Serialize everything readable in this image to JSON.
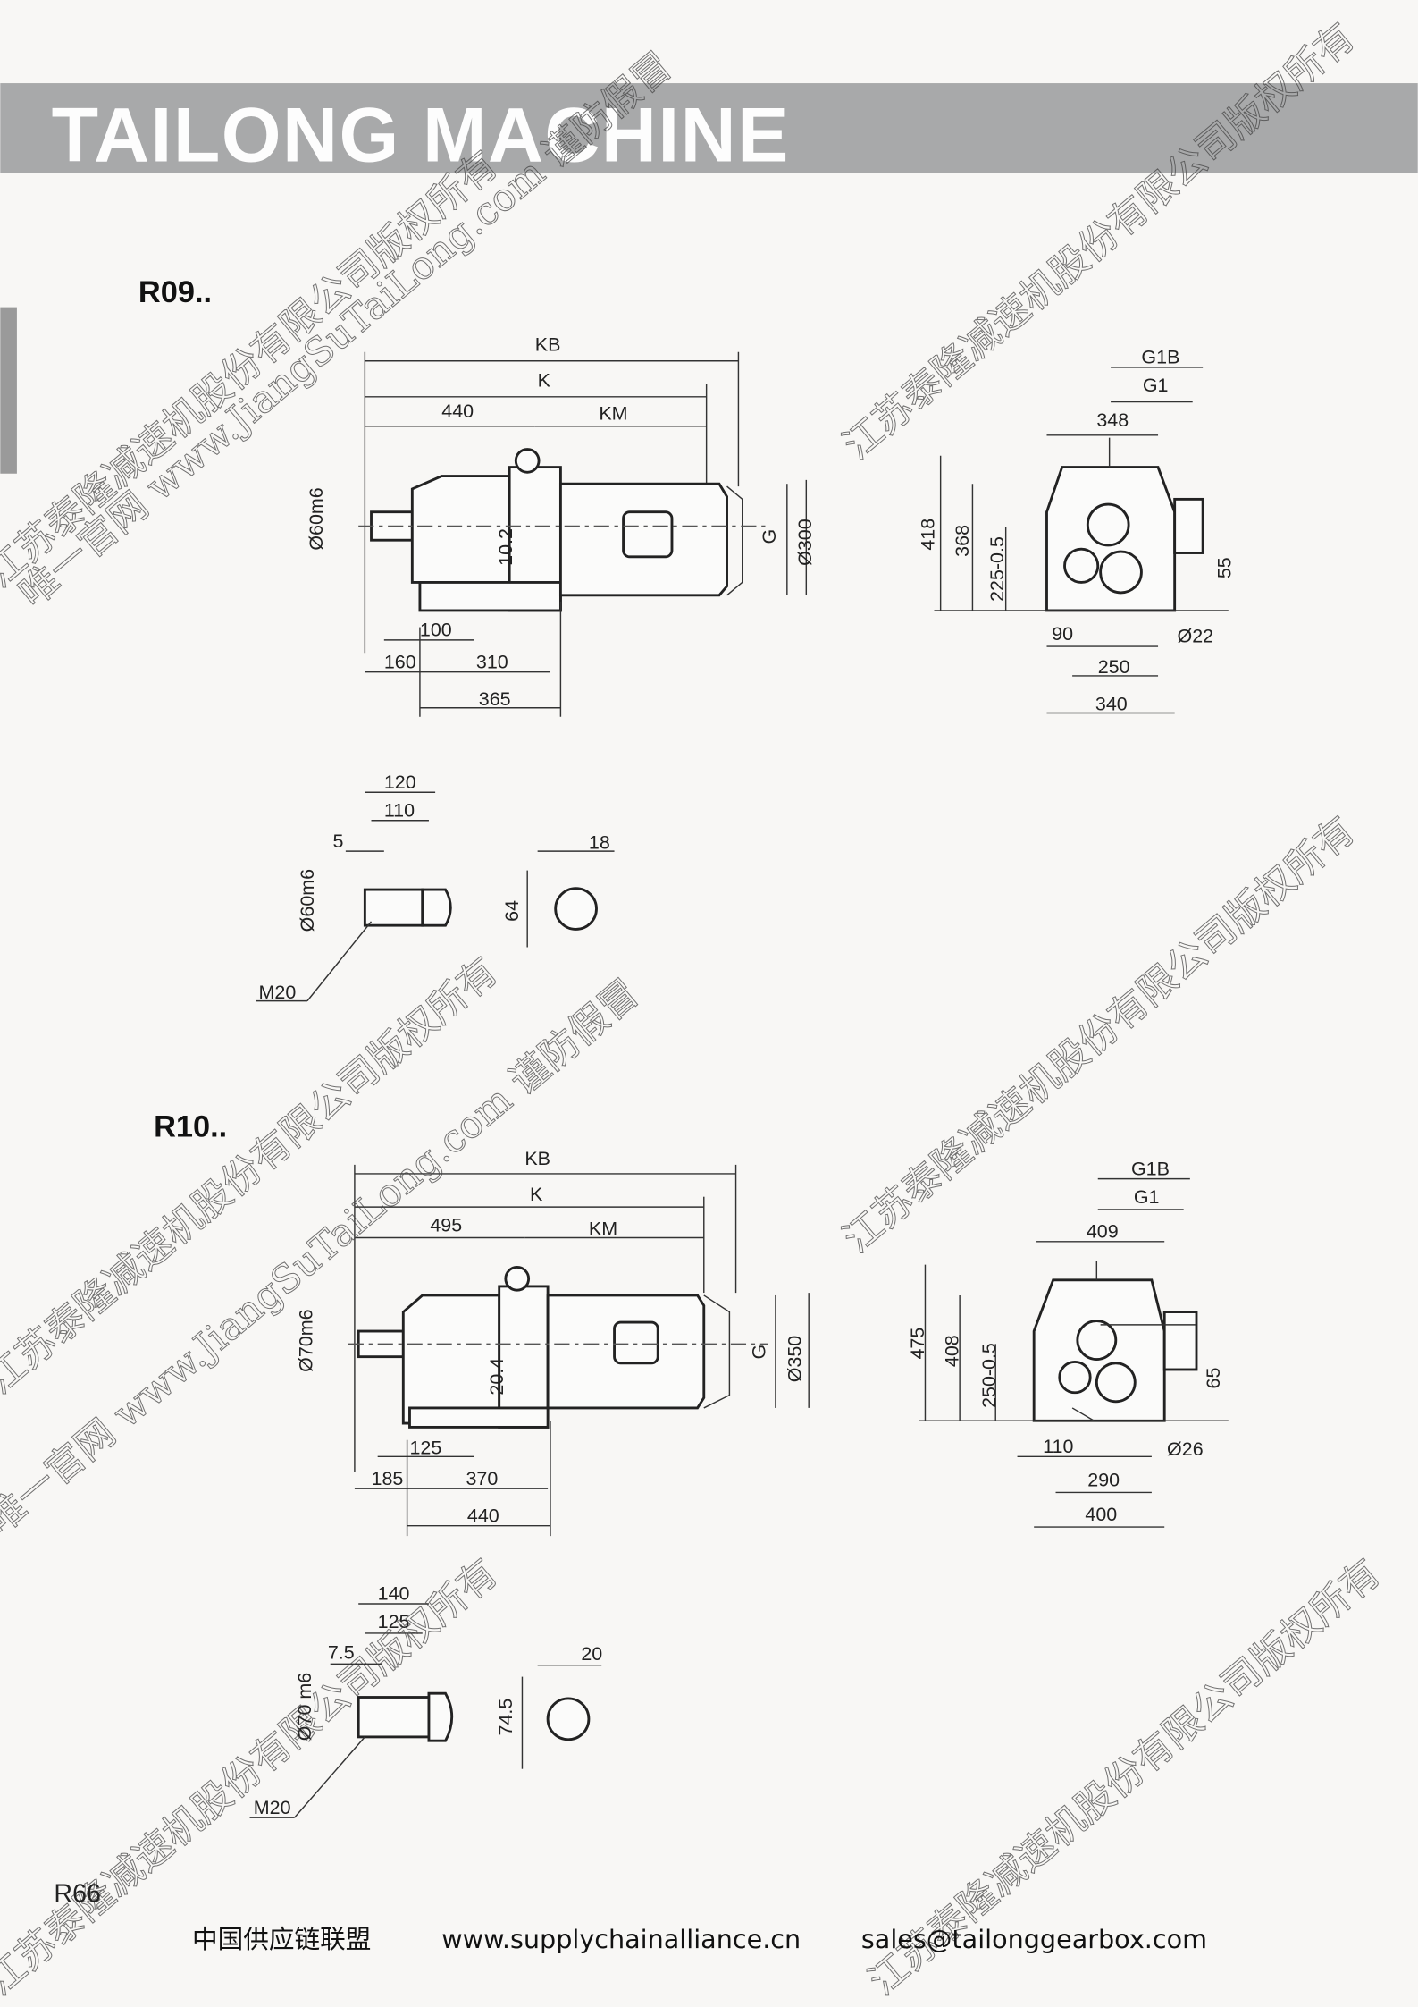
{
  "header": {
    "title": "TAILONG MACHINE"
  },
  "watermarks": {
    "company": "江苏泰隆减速机股份有限公司版权所有",
    "site": "唯一官网 www.JiangSuTaiLong.com 谨防假冒"
  },
  "r09": {
    "model": "R09..",
    "side": {
      "kb": "KB",
      "k": "K",
      "d440": "440",
      "km": "KM",
      "shaft_dia": "Ø60m6",
      "d10_2": "10.2",
      "g": "G",
      "motor_dia": "Ø300",
      "d100": "100",
      "d160": "160",
      "d310": "310",
      "d365": "365"
    },
    "front": {
      "g1b": "G1B",
      "g1": "G1",
      "d348": "348",
      "d418": "418",
      "d368": "368",
      "d225": "225-0.5",
      "d55": "55",
      "d90": "90",
      "hole": "Ø22",
      "d250": "250",
      "d340": "340"
    },
    "shaft": {
      "d120": "120",
      "d110": "110",
      "d5": "5",
      "dia": "Ø60m6",
      "d64": "64",
      "d18": "18",
      "thread": "M20"
    }
  },
  "r10": {
    "model": "R10..",
    "side": {
      "kb": "KB",
      "k": "K",
      "d495": "495",
      "km": "KM",
      "shaft_dia": "Ø70m6",
      "d20_4": "20.4",
      "g": "G",
      "motor_dia": "Ø350",
      "d125": "125",
      "d185": "185",
      "d370": "370",
      "d440": "440"
    },
    "front": {
      "g1b": "G1B",
      "g1": "G1",
      "d409": "409",
      "d475": "475",
      "d408": "408",
      "d250": "250-0.5",
      "d65": "65",
      "d110": "110",
      "hole": "Ø26",
      "d290": "290",
      "d400": "400"
    },
    "shaft": {
      "d140": "140",
      "d125": "125",
      "d7_5": "7.5",
      "dia": "Ø70 m6",
      "d74_5": "74.5",
      "d20": "20",
      "thread": "M20"
    }
  },
  "footer": {
    "page": "R66",
    "alliance": "中国供应链联盟",
    "website": "www.supplychainalliance.cn",
    "email": "sales@tailonggearbox.com"
  }
}
